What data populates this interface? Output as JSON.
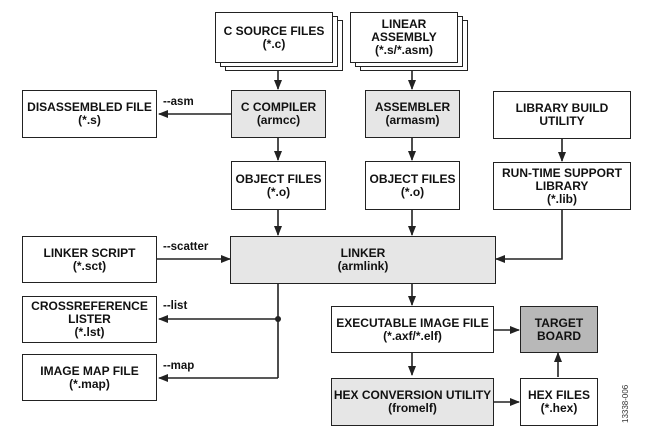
{
  "diagram": {
    "title": "ARM build flow",
    "nodes": {
      "c_source": {
        "line1": "C SOURCE FILES",
        "line2": "(*.c)"
      },
      "linear_asm": {
        "line1": "LINEAR",
        "line2": "ASSEMBLY",
        "line3": "(*.s/*.asm)"
      },
      "disassembled": {
        "line1": "DISASSEMBLED FILE",
        "line2": "(*.s)"
      },
      "c_compiler": {
        "line1": "C COMPILER",
        "line2": "(armcc)"
      },
      "assembler": {
        "line1": "ASSEMBLER",
        "line2": "(armasm)"
      },
      "lib_build": {
        "line1": "LIBRARY BUILD",
        "line2": "UTILITY"
      },
      "obj_files_1": {
        "line1": "OBJECT FILES",
        "line2": "(*.o)"
      },
      "obj_files_2": {
        "line1": "OBJECT FILES",
        "line2": "(*.o)"
      },
      "rts_library": {
        "line1": "RUN-TIME SUPPORT",
        "line2": "LIBRARY",
        "line3": "(*.lib)"
      },
      "linker_script": {
        "line1": "LINKER SCRIPT",
        "line2": "(*.sct)"
      },
      "linker": {
        "line1": "LINKER",
        "line2": "(armlink)"
      },
      "xref_lister": {
        "line1": "CROSSREFERENCE",
        "line2": "LISTER",
        "line3": "(*.lst)"
      },
      "exec_image": {
        "line1": "EXECUTABLE IMAGE FILE",
        "line2": "(*.axf/*.elf)"
      },
      "target_board": {
        "line1": "TARGET",
        "line2": "BOARD"
      },
      "image_map": {
        "line1": "IMAGE MAP FILE",
        "line2": "(*.map)"
      },
      "hex_util": {
        "line1": "HEX CONVERSION UTILITY",
        "line2": "(fromelf)"
      },
      "hex_files": {
        "line1": "HEX FILES",
        "line2": "(*.hex)"
      }
    },
    "edge_labels": {
      "asm": "--asm",
      "scatter": "--scatter",
      "list": "--list",
      "map": "--map"
    },
    "figure_id": "13338-006",
    "colors": {
      "stroke": "#222222",
      "tool_fill": "#e6e6e6",
      "target_fill": "#b8b8b8",
      "file_fill": "#ffffff"
    }
  }
}
